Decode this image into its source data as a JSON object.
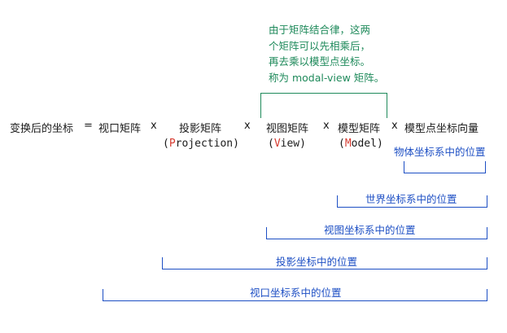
{
  "note": {
    "lines": [
      "由于矩阵结合律，这两",
      "个矩阵可以先相乘后，",
      "再去乘以模型点坐标。",
      "称为 modal-view 矩阵。"
    ]
  },
  "equation": {
    "lhs": "变换后的坐标",
    "equals": "=",
    "times": "x",
    "terms": [
      "视口矩阵",
      "投影矩阵",
      "视图矩阵",
      "模型矩阵",
      "模型点坐标向量"
    ]
  },
  "subs": [
    {
      "open": "(",
      "hl": "P",
      "rest": "rojection)"
    },
    {
      "open": "(",
      "hl": "V",
      "rest": "iew)"
    },
    {
      "open": "(",
      "hl": "M",
      "rest": "odel)"
    }
  ],
  "labels": [
    "物体坐标系中的位置",
    "世界坐标系中的位置",
    "视图坐标系中的位置",
    "投影坐标中的位置",
    "视口坐标系中的位置"
  ],
  "colors": {
    "note": "#1f8a5b",
    "bracket": "#1d4fc4",
    "highlight": "#d63a2f"
  }
}
